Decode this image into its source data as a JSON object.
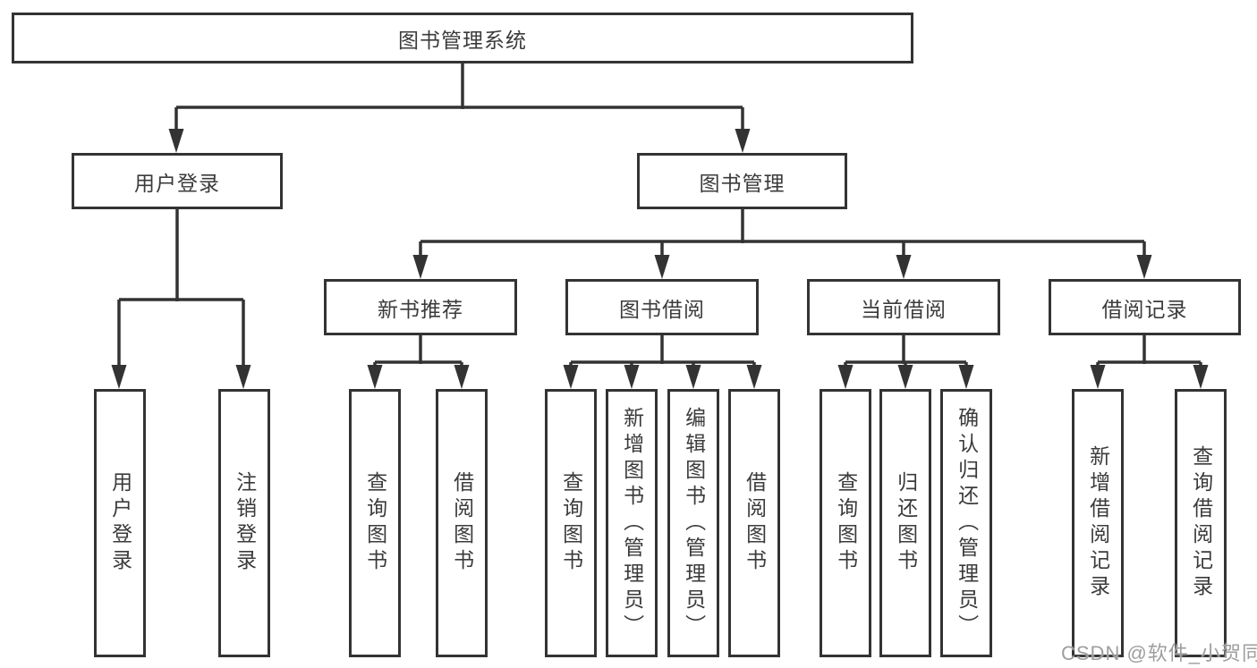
{
  "diagram": {
    "title": "图书管理系统",
    "branches": [
      {
        "label": "用户登录",
        "children": [
          {
            "label": "用户登录"
          },
          {
            "label": "注销登录"
          }
        ]
      },
      {
        "label": "图书管理",
        "children": [
          {
            "label": "新书推荐",
            "children": [
              {
                "label": "查询图书"
              },
              {
                "label": "借阅图书"
              }
            ]
          },
          {
            "label": "图书借阅",
            "children": [
              {
                "label": "查询图书"
              },
              {
                "label": "新增图书（管理员）"
              },
              {
                "label": "编辑图书（管理员）"
              },
              {
                "label": "借阅图书"
              }
            ]
          },
          {
            "label": "当前借阅",
            "children": [
              {
                "label": "查询图书"
              },
              {
                "label": "归还图书"
              },
              {
                "label": "确认归还（管理员）"
              }
            ]
          },
          {
            "label": "借阅记录",
            "children": [
              {
                "label": "新增借阅记录"
              },
              {
                "label": "查询借阅记录"
              }
            ]
          }
        ]
      }
    ]
  },
  "watermark": "CSDN @软件_小贺同学",
  "colors": {
    "line": "#333333",
    "box_border": "#333333",
    "text": "#3b3b3b",
    "background": "#ffffff",
    "watermark": "#9e9e9e"
  }
}
